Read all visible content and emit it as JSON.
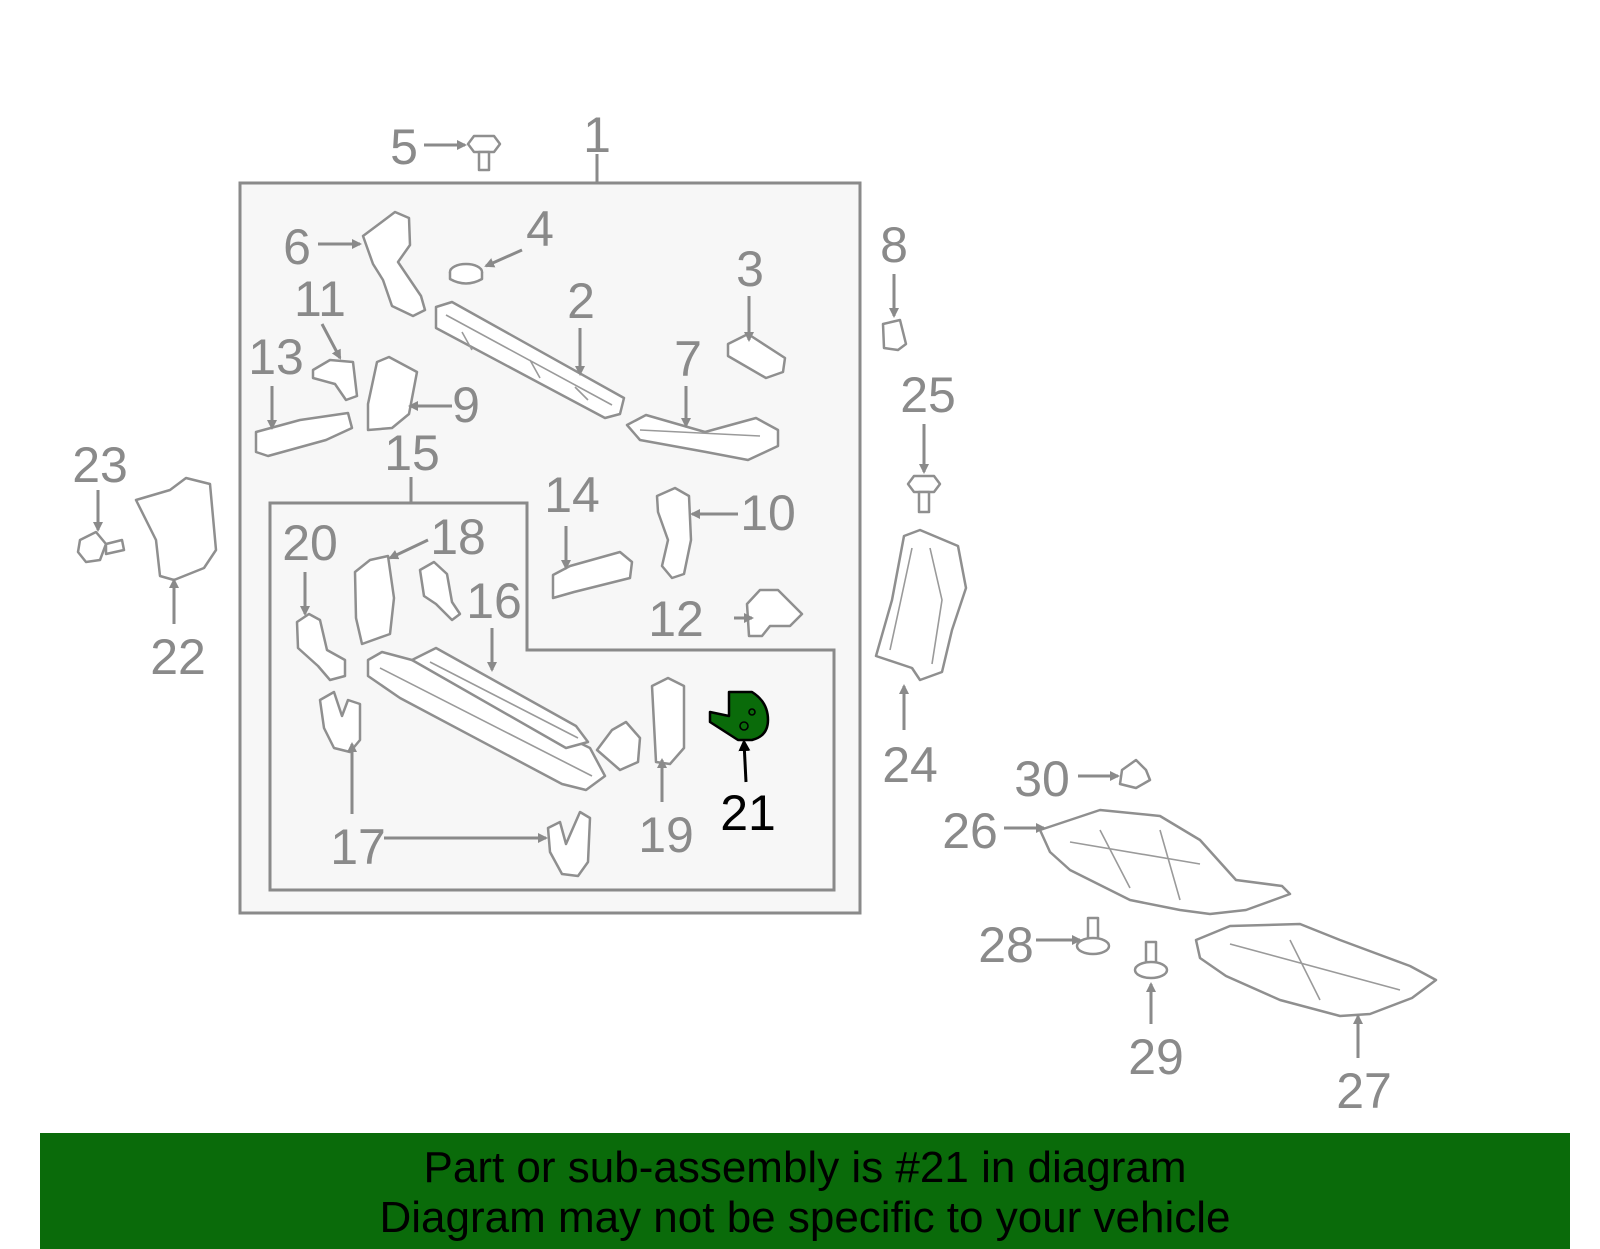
{
  "diagram": {
    "highlight_color": "#0a6b0a",
    "callouts": {
      "c1": "1",
      "c2": "2",
      "c3": "3",
      "c4": "4",
      "c5": "5",
      "c6": "6",
      "c7": "7",
      "c8": "8",
      "c9": "9",
      "c10": "10",
      "c11": "11",
      "c12": "12",
      "c13": "13",
      "c14": "14",
      "c15": "15",
      "c16": "16",
      "c17": "17",
      "c18": "18",
      "c19": "19",
      "c20": "20",
      "c21": "21",
      "c22": "22",
      "c23": "23",
      "c24": "24",
      "c25": "25",
      "c26": "26",
      "c27": "27",
      "c28": "28",
      "c29": "29",
      "c30": "30"
    },
    "highlighted_part": "21"
  },
  "banner": {
    "line1": "Part or sub-assembly is #21 in diagram",
    "line2": "Diagram may not be specific to your vehicle",
    "background": "#0a6b0a"
  }
}
